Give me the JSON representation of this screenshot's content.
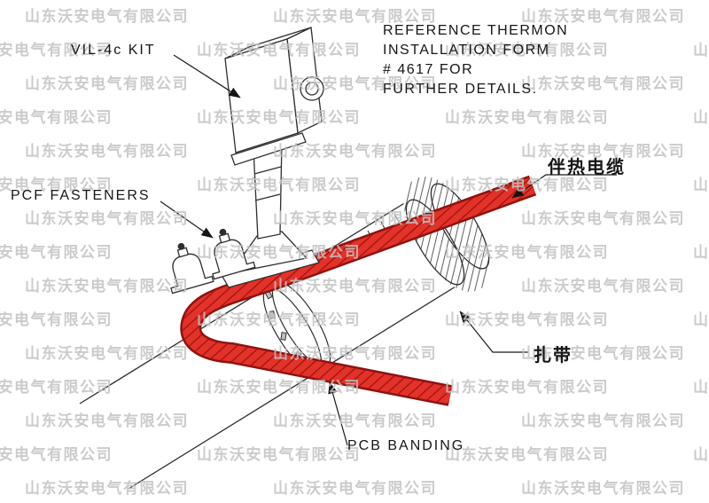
{
  "watermark": {
    "text": "山东沃安电气有限公司"
  },
  "note": {
    "lines": [
      "REFERENCE THERMON",
      "INSTALLATION FORM",
      "# 4617 FOR",
      "FURTHER DETAILS."
    ]
  },
  "labels": {
    "vil_kit": "VIL-4c KIT",
    "pcf_fasteners": "PCF FASTENERS",
    "heat_trace_cable": "伴热电缆",
    "cable_tie": "扎带",
    "pcb_banding": "PCB BANDING"
  },
  "colors": {
    "cable_red": "#e33229",
    "cable_red_dark": "#8f1210",
    "line": "#2e2e2e",
    "watermark_gray": "#c2c2c2"
  }
}
